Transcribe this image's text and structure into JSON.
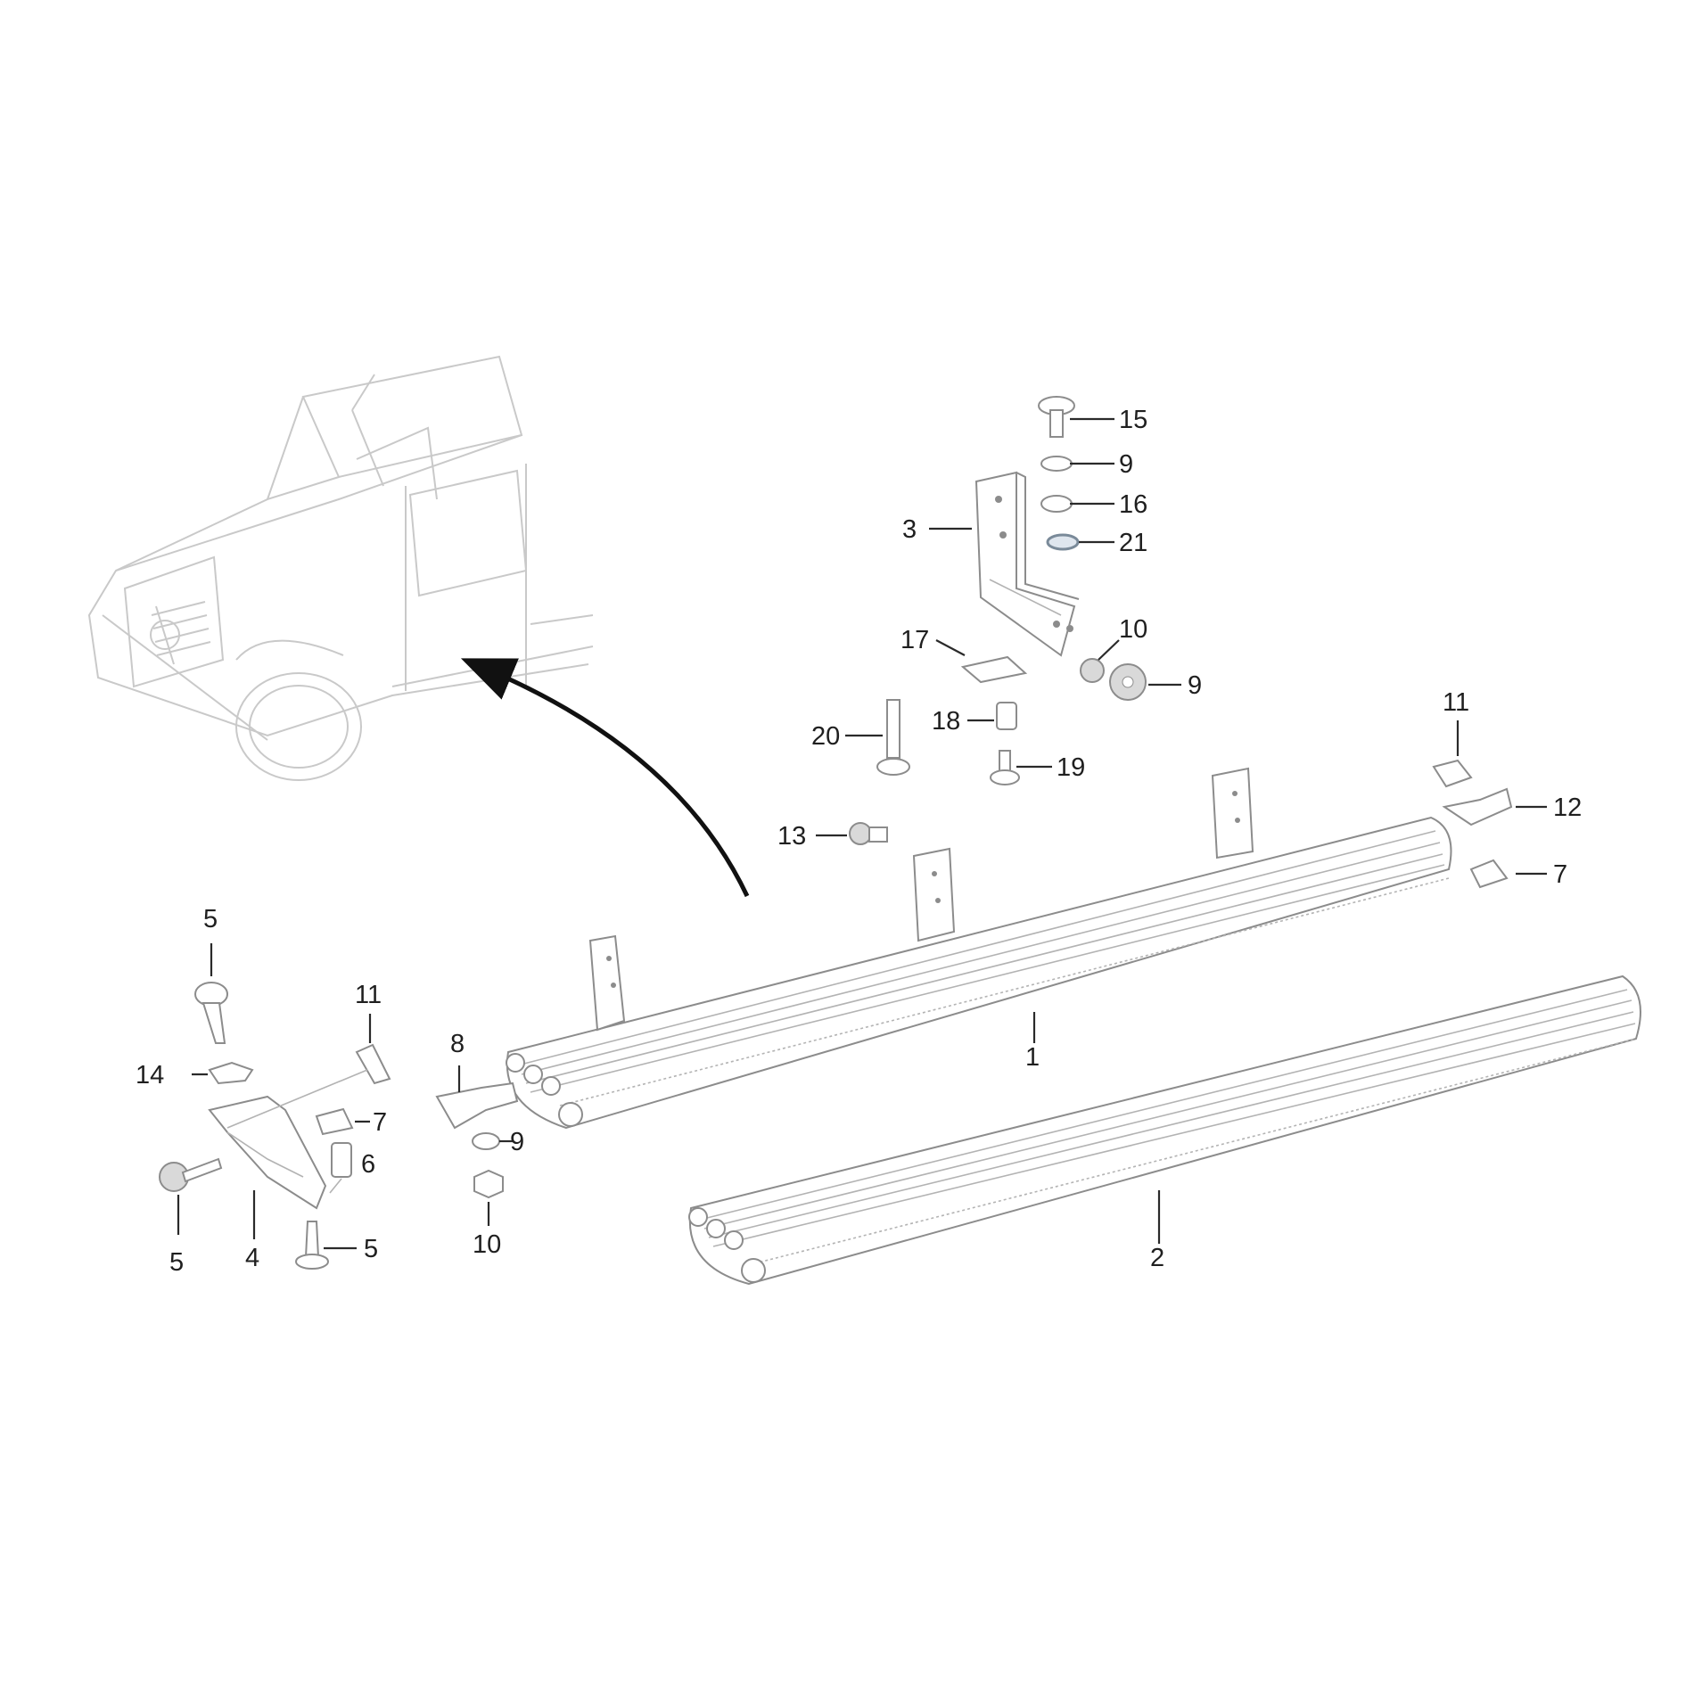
{
  "callouts": {
    "c1": "1",
    "c2": "2",
    "c3": "3",
    "c4": "4",
    "c5a": "5",
    "c5b": "5",
    "c5c": "5",
    "c6": "6",
    "c7a": "7",
    "c7b": "7",
    "c8": "8",
    "c9a": "9",
    "c9b": "9",
    "c9c": "9",
    "c10a": "10",
    "c10b": "10",
    "c11a": "11",
    "c11b": "11",
    "c12": "12",
    "c13": "13",
    "c14": "14",
    "c15": "15",
    "c16": "16",
    "c17": "17",
    "c18": "18",
    "c19": "19",
    "c20": "20",
    "c21": "21"
  },
  "colors": {
    "line": "#2a2a2a",
    "part": "#8c8c8c",
    "vehicle": "#c9c9c9"
  }
}
